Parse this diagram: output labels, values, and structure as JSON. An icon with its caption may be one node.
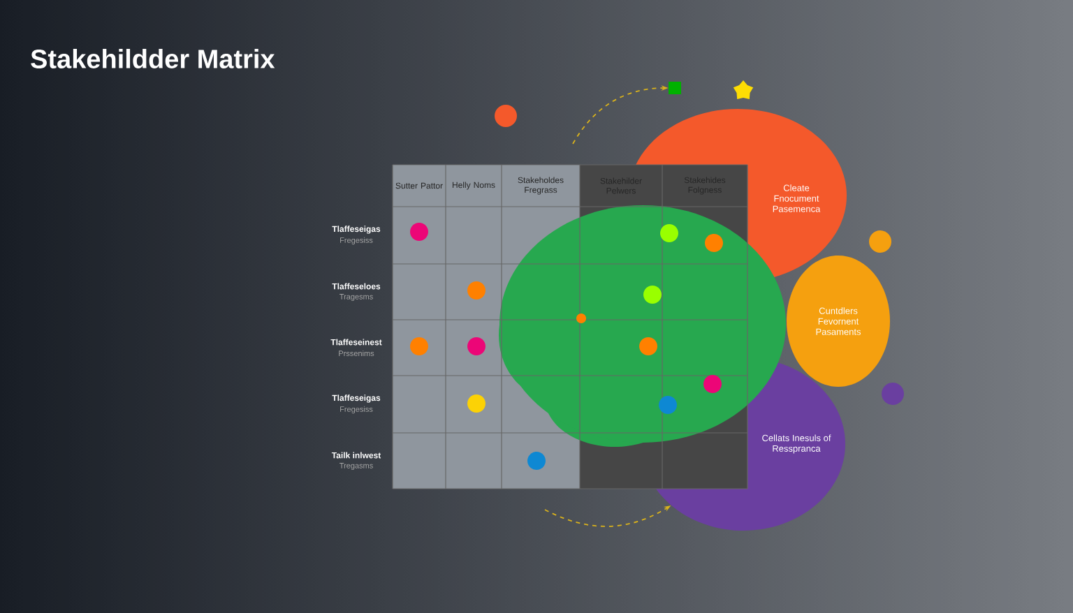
{
  "diagram": {
    "title": "Stakehildder Matrix",
    "nodes": [
      {
        "text": [
          "Cleate Fnocument Pasemenca"
        ]
      },
      {
        "text": [
          "Cuntdlers Fevornent Pasaments"
        ]
      },
      {
        "text": [
          "Cellats Inesuls of Resspranca"
        ]
      },
      {
        "text": [],
        "shape": "cloud"
      },
      {
        "text": [],
        "shape": "box"
      }
    ],
    "edges": [
      {
        "from": null,
        "to": 4,
        "arrow": "to",
        "style": "dashed"
      },
      {
        "from": null,
        "to": 2,
        "arrow": "to",
        "style": "dashed"
      }
    ],
    "labels": [
      "Sutter Pattor",
      "Helly Noms",
      "Stakeholdes Fregrass",
      "Stakehilder Pelwers",
      "Stakehides Folgness",
      "Tlaffeseigas",
      "Fregesiss",
      "Tlaffeseloes",
      "Tragesms",
      "Tlaffeseinest",
      "Prssenims",
      "Tlaffeseigas",
      "Fregesiss",
      "Tailk inlwest",
      "Tregasms"
    ]
  }
}
